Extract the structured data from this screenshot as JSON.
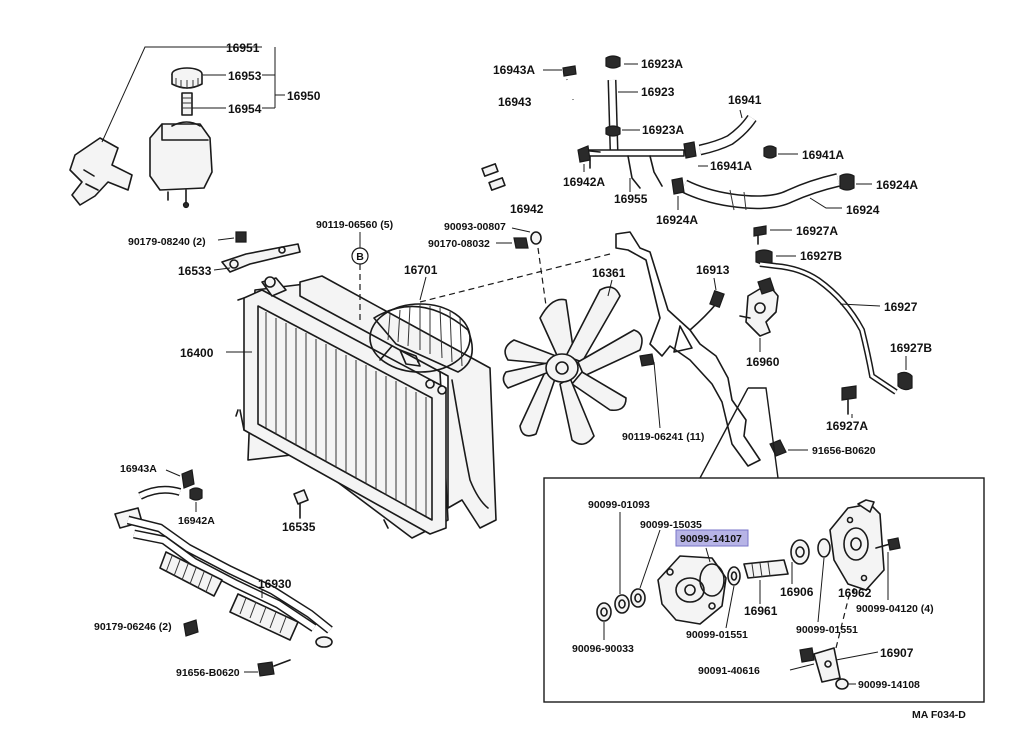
{
  "diagram_code": "MA F034-D",
  "highlighted_part": "90099-14107",
  "labels": {
    "p16951": "16951",
    "p16953": "16953",
    "p16954": "16954",
    "p16950": "16950",
    "p16943A_top": "16943A",
    "p16923A_top": "16923A",
    "p16943": "16943",
    "p16923": "16923",
    "p16941": "16941",
    "p16923A_mid": "16923A",
    "p16941A_left": "16941A",
    "p16941A_right": "16941A",
    "p16942A_top": "16942A",
    "p16955": "16955",
    "p16924A_right": "16924A",
    "p16942": "16942",
    "p16924A_bottom": "16924A",
    "p16924": "16924",
    "p90119_06560": "90119-06560 (5)",
    "p90093_00807": "90093-00807",
    "p90179_08240": "90179-08240 (2)",
    "p90170_08032": "90170-08032",
    "p16927A_top": "16927A",
    "p16927B_top": "16927B",
    "p16533": "16533",
    "circle_b": "B",
    "p16701": "16701",
    "p16361": "16361",
    "p16913": "16913",
    "p16927": "16927",
    "p16400": "16400",
    "p16960": "16960",
    "p16927B_right": "16927B",
    "p16927A_bottom": "16927A",
    "p90119_06241": "90119-06241 (11)",
    "p91656_B0620_right": "91656-B0620",
    "p16943A_left": "16943A",
    "p16942A_left": "16942A",
    "p16535": "16535",
    "p16930": "16930",
    "p90179_06246": "90179-06246 (2)",
    "p91656_B0620_left": "91656-B0620",
    "p90099_01093": "90099-01093",
    "p90099_15035": "90099-15035",
    "p90099_14107": "90099-14107",
    "p16906": "16906",
    "p16962": "16962",
    "p90099_04120": "90099-04120 (4)",
    "p16961": "16961",
    "p90099_01551_left": "90099-01551",
    "p90099_01551_right": "90099-01551",
    "p90096_90033": "90096-90033",
    "p16907": "16907",
    "p90091_40616": "90091-40616",
    "p90099_14108": "90099-14108"
  },
  "colors": {
    "highlight_fill": "#b7b4e6",
    "line": "#1a1a1a",
    "background": "#ffffff"
  }
}
